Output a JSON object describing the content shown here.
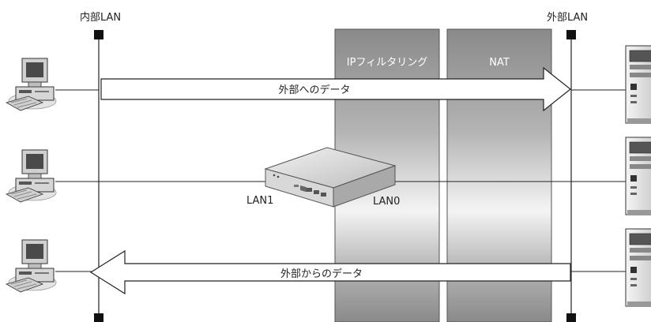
{
  "networks": {
    "internal": "内部LAN",
    "external": "外部LAN"
  },
  "bands": {
    "filter": "IPフィルタリング",
    "nat": "NAT"
  },
  "arrows": {
    "outbound": "外部へのデータ",
    "inbound": "外部からのデータ"
  },
  "router": {
    "lan1": "LAN1",
    "lan0": "LAN0"
  },
  "icons": [
    "desktop-computer-icon",
    "tower-server-icon",
    "router-icon"
  ],
  "colors": {
    "band_dark": "#888888",
    "band_light": "#f2f2f2",
    "line": "#222222"
  }
}
